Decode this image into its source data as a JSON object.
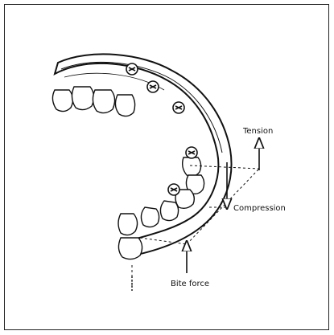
{
  "figure": {
    "labels": {
      "tension": "Tension",
      "compression": "Compression",
      "bite_force": "Bite force"
    },
    "screw_count": 5,
    "colors": {
      "line": "#111111",
      "background": "#ffffff",
      "shade": "#d9d9d9"
    }
  }
}
